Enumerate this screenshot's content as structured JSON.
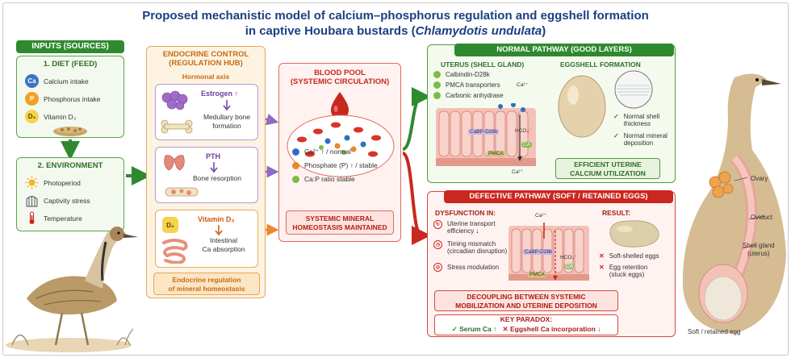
{
  "title": {
    "line1": "Proposed mechanistic model of calcium–phosphorus regulation and eggshell formation",
    "line2_prefix": "in captive Houbara bustards (",
    "line2_species": "Chlamydotis undulata",
    "line2_suffix": ")"
  },
  "inputs": {
    "header": "INPUTS (SOURCES)",
    "diet": {
      "title": "1. DIET (FEED)",
      "items": [
        {
          "icon": "Ca",
          "label": "Calcium intake"
        },
        {
          "icon": "P",
          "label": "Phosphorus intake"
        },
        {
          "icon": "D₃",
          "label": "Vitamin D₃"
        }
      ]
    },
    "environment": {
      "title": "2. ENVIRONMENT",
      "items": [
        {
          "label": "Photoperiod"
        },
        {
          "label": "Captivity stress"
        },
        {
          "label": "Temperature"
        }
      ]
    }
  },
  "endocrine": {
    "title_line1": "ENDOCRINE CONTROL",
    "title_line2": "(REGULATION HUB)",
    "axis_label": "Hormonal axis",
    "estrogen": {
      "name": "Estrogen",
      "arrow": "↑",
      "effect_line1": "Medullary bone",
      "effect_line2": "formation"
    },
    "pth": {
      "name": "PTH",
      "effect": "Bone resorption"
    },
    "vitd": {
      "badge": "D₃",
      "name": "Vitamin D₃",
      "effect_line1": "Intestinal",
      "effect_line2": "Ca absorption"
    },
    "footer_line1": "Endocrine regulation",
    "footer_line2": "of mineral homeostasis"
  },
  "blood": {
    "title_line1": "BLOOD POOL",
    "title_line2": "(SYSTEMIC CIRCULATION)",
    "legend": [
      {
        "label": "Ca²⁺  ↑ / normal",
        "color": "#2f6fc4"
      },
      {
        "label": "Phosphate (P) ↑ / stable",
        "color": "#e9892b"
      },
      {
        "label": "Ca:P ratio stable",
        "color": "#7dbb45"
      }
    ],
    "footer_line1": "SYSTEMIC MINERAL",
    "footer_line2": "HOMEOSTASIS MAINTAINED"
  },
  "normal": {
    "header": "NORMAL PATHWAY (GOOD LAYERS)",
    "uterus_title": "UTERUS (SHELL GLAND)",
    "uterus_items": [
      "Calbindin-D28k",
      "PMCA transporters",
      "Carbonic anhydrase"
    ],
    "ca_label": "Ca²⁺",
    "cabp_label": "CaBP-D28k",
    "pmca_label": "PMCA",
    "hco3_label": "HCO₃⁻",
    "ca_badge": "CA",
    "ca_bottom": "Ca²⁺",
    "eggshell_title": "EGGSHELL FORMATION",
    "results": [
      {
        "line1": "Normal shell",
        "line2": "thickness"
      },
      {
        "line1": "Normal mineral",
        "line2": "deposition"
      }
    ],
    "efficient_line1": "EFFICIENT UTERINE",
    "efficient_line2": "CALCIUM UTILIZATION"
  },
  "defective": {
    "header": "DEFECTIVE PATHWAY (SOFT / RETAINED EGGS)",
    "dysfunction_title": "DYSFUNCTION IN:",
    "items": [
      {
        "line1": "Uterine transport",
        "line2": "efficiency ↓"
      },
      {
        "line1": "Timing mismatch",
        "line2": "(circadian disruption)"
      },
      {
        "line1": "Stress modulation",
        "line2": ""
      }
    ],
    "ca_label": "Ca²⁺",
    "cabp_label": "CaBP-D28k",
    "pmca_label": "PMCA",
    "hco3_label": "HCO₃⁻",
    "ca_badge": "CA",
    "result_title": "RESULT:",
    "results": [
      {
        "line1": "Soft-shelled eggs",
        "line2": ""
      },
      {
        "line1": "Egg retention",
        "line2": "(stuck eggs)"
      }
    ],
    "decouple_line1": "DECOUPLING BETWEEN SYSTEMIC",
    "decouple_line2": "MOBILIZATION AND UTERINE DEPOSITION",
    "paradox_title": "KEY PARADOX:",
    "paradox_left": "Serum Ca ↑",
    "paradox_right": "Eggshell Ca incorporation ↓"
  },
  "anatomy": {
    "labels": [
      "Ovary",
      "Oviduct",
      "Shell gland",
      "(uterus)",
      "Soft / retained egg"
    ]
  },
  "colors": {
    "green": "#2f8a2f",
    "orange": "#e7a957",
    "red": "#c9281e",
    "blue_title": "#1c3f82"
  }
}
